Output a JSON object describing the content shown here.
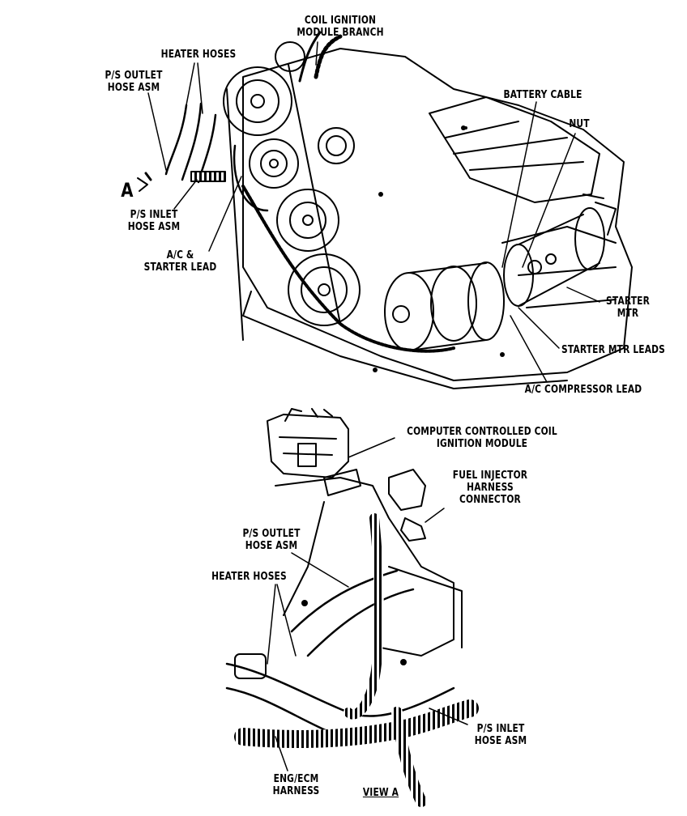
{
  "labels": {
    "coil_ignition_module_branch": [
      "COIL IGNITION",
      "MODULE BRANCH"
    ],
    "heater_hoses_top": [
      "HEATER HOSES"
    ],
    "ps_outlet_top": [
      "P/S OUTLET",
      "HOSE ASM"
    ],
    "battery_cable": [
      "BATTERY CABLE"
    ],
    "nut": [
      "NUT"
    ],
    "view_marker": [
      "A"
    ],
    "ps_inlet_top": [
      "P/S INLET",
      "HOSE ASM"
    ],
    "ac_starter_lead": [
      "A/C &",
      "STARTER LEAD"
    ],
    "starter_mtr": [
      "STARTER",
      "MTR"
    ],
    "starter_mtr_leads": [
      "STARTER MTR LEADS"
    ],
    "ac_compressor_lead": [
      "A/C COMPRESSOR LEAD"
    ],
    "computer_controlled_coil": [
      "COMPUTER CONTROLLED COIL",
      "IGNITION MODULE"
    ],
    "fuel_injector_connector": [
      "FUEL INJECTOR",
      "HARNESS",
      "CONNECTOR"
    ],
    "ps_outlet_bottom": [
      "P/S OUTLET",
      "HOSE ASM"
    ],
    "heater_hoses_bottom": [
      "HEATER HOSES"
    ],
    "ps_inlet_bottom": [
      "P/S INLET",
      "HOSE ASM"
    ],
    "eng_ecm_harness": [
      "ENG/ECM",
      "HARNESS"
    ],
    "view_a_caption": [
      "VIEW A"
    ]
  },
  "colors": {
    "ink": "#000000",
    "paper": "#ffffff"
  }
}
